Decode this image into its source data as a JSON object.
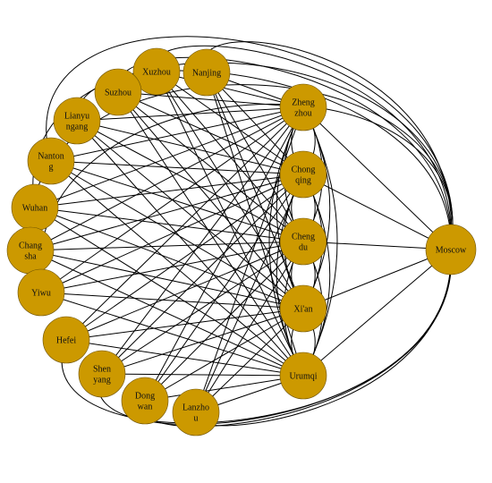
{
  "colors": {
    "node_fill": "#CC9900",
    "edge": "#000000",
    "background": "#ffffff"
  },
  "origins": [
    {
      "id": "nanjing",
      "lines": [
        "Nanjing"
      ]
    },
    {
      "id": "xuzhou",
      "lines": [
        "Xuzhou"
      ]
    },
    {
      "id": "suzhou",
      "lines": [
        "Suzhou"
      ]
    },
    {
      "id": "lianyungang",
      "lines": [
        "Lianyu",
        "ngang"
      ]
    },
    {
      "id": "nantong",
      "lines": [
        "Nanton",
        "g"
      ]
    },
    {
      "id": "wuhan",
      "lines": [
        "Wuhan"
      ]
    },
    {
      "id": "changsha",
      "lines": [
        "Chang",
        "sha"
      ]
    },
    {
      "id": "yiwu",
      "lines": [
        "Yiwu"
      ]
    },
    {
      "id": "hefei",
      "lines": [
        "Hefei"
      ]
    },
    {
      "id": "shenyang",
      "lines": [
        "Shen",
        "yang"
      ]
    },
    {
      "id": "dongwan",
      "lines": [
        "Dong",
        "wan"
      ]
    },
    {
      "id": "lanzhou",
      "lines": [
        "Lanzho",
        "u"
      ]
    }
  ],
  "hubs": [
    {
      "id": "zhengzhou",
      "lines": [
        "Zheng",
        "zhou"
      ]
    },
    {
      "id": "chongqing",
      "lines": [
        "Chong",
        "qing"
      ]
    },
    {
      "id": "chengdu",
      "lines": [
        "Cheng",
        "du"
      ]
    },
    {
      "id": "xian",
      "lines": [
        "Xi'an"
      ]
    },
    {
      "id": "urumqi",
      "lines": [
        "Urumqi"
      ]
    }
  ],
  "destination": {
    "id": "moscow",
    "lines": [
      "Moscow"
    ]
  }
}
